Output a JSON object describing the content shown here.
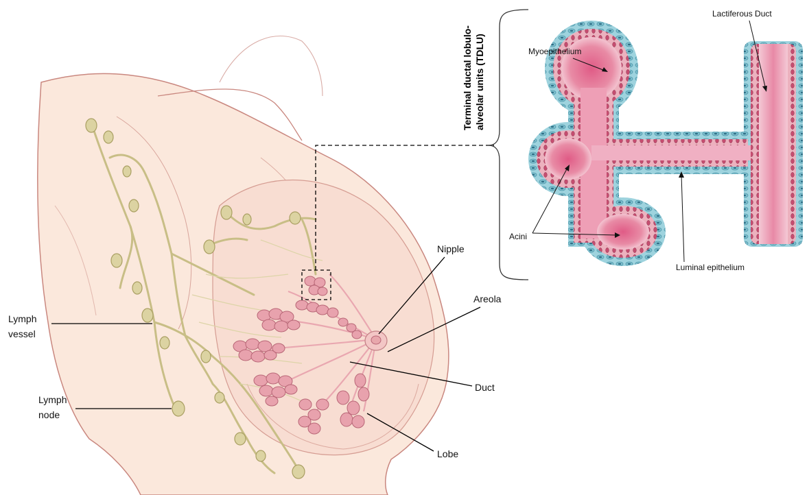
{
  "labels": {
    "lymph_vessel": [
      "Lymph",
      "vessel"
    ],
    "lymph_node": [
      "Lymph",
      "node"
    ],
    "nipple": "Nipple",
    "areola": "Areola",
    "duct": "Duct",
    "lobe": "Lobe"
  },
  "inset": {
    "title_lines": [
      "Terminal ductal lobulo-",
      "alveolar units (TDLU)"
    ],
    "myoepithelium": "Myoepithelium",
    "lactiferous_duct": "Lactiferous Duct",
    "acini": "Acini",
    "luminal_epithelium": "Luminal epithelium"
  },
  "colors": {
    "skin": "#fbe8dc",
    "skin_outline": "#c9877f",
    "lymph": "#dcd3a2",
    "lymph_outline": "#a99f62",
    "lobule": "#e8a2ad",
    "lobule_outline": "#b86676",
    "tissue_pink": "#e3708f",
    "myoepithelial_cell": "#9ed3de"
  }
}
